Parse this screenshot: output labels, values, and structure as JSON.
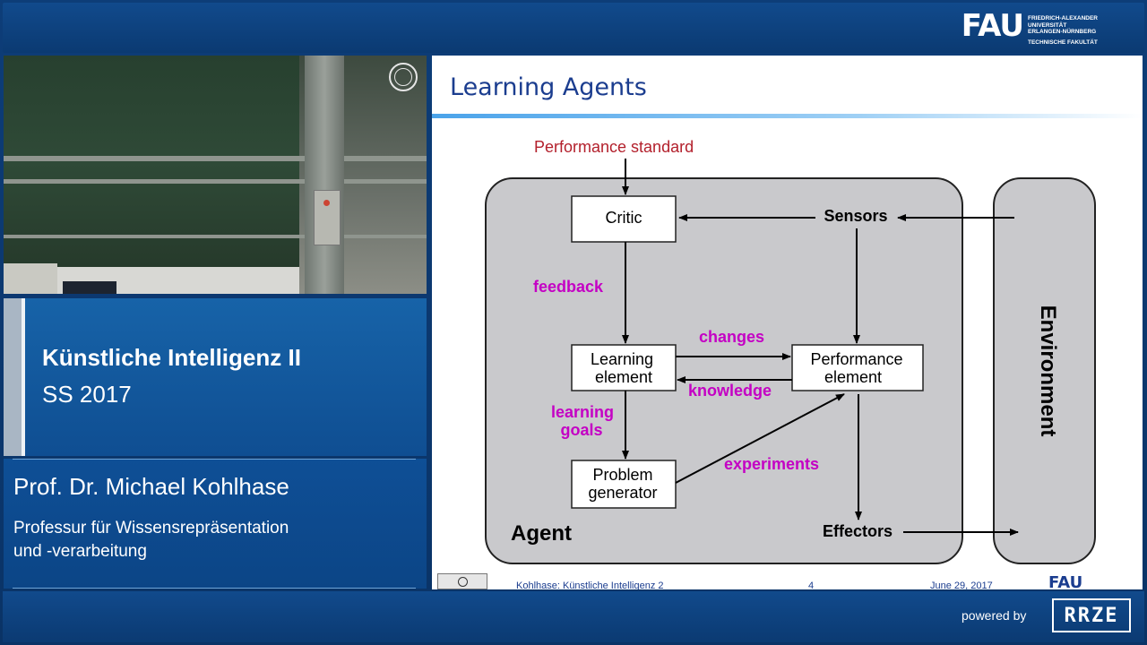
{
  "header": {
    "logo_mark": "FAU",
    "logo_line1": "FRIEDRICH-ALEXANDER",
    "logo_line2": "UNIVERSITÄT",
    "logo_line3": "ERLANGEN-NÜRNBERG",
    "logo_line4": "TECHNISCHE FAKULTÄT"
  },
  "course": {
    "title": "Künstliche Intelligenz II",
    "term": "SS 2017"
  },
  "presenter": {
    "name": "Prof. Dr. Michael Kohlhase",
    "chair_line1": "Professur für Wissensrepräsentation",
    "chair_line2": "und -verarbeitung"
  },
  "slide": {
    "title": "Learning Agents",
    "diagram": {
      "performance_standard": "Performance standard",
      "critic": "Critic",
      "sensors": "Sensors",
      "feedback": "feedback",
      "learning_element_1": "Learning",
      "learning_element_2": "element",
      "changes": "changes",
      "knowledge": "knowledge",
      "performance_element_1": "Performance",
      "performance_element_2": "element",
      "learning_goals_1": "learning",
      "learning_goals_2": "goals",
      "problem_generator_1": "Problem",
      "problem_generator_2": "generator",
      "experiments": "experiments",
      "agent": "Agent",
      "effectors": "Effectors",
      "environment": "Environment"
    },
    "footer": {
      "author": "Kohlhase: Künstliche Intelligenz 2",
      "page": "4",
      "date": "June 29, 2017",
      "logo": "FAU"
    }
  },
  "bottom": {
    "powered_by": "powered by",
    "rrze_logo": "RRZE"
  }
}
